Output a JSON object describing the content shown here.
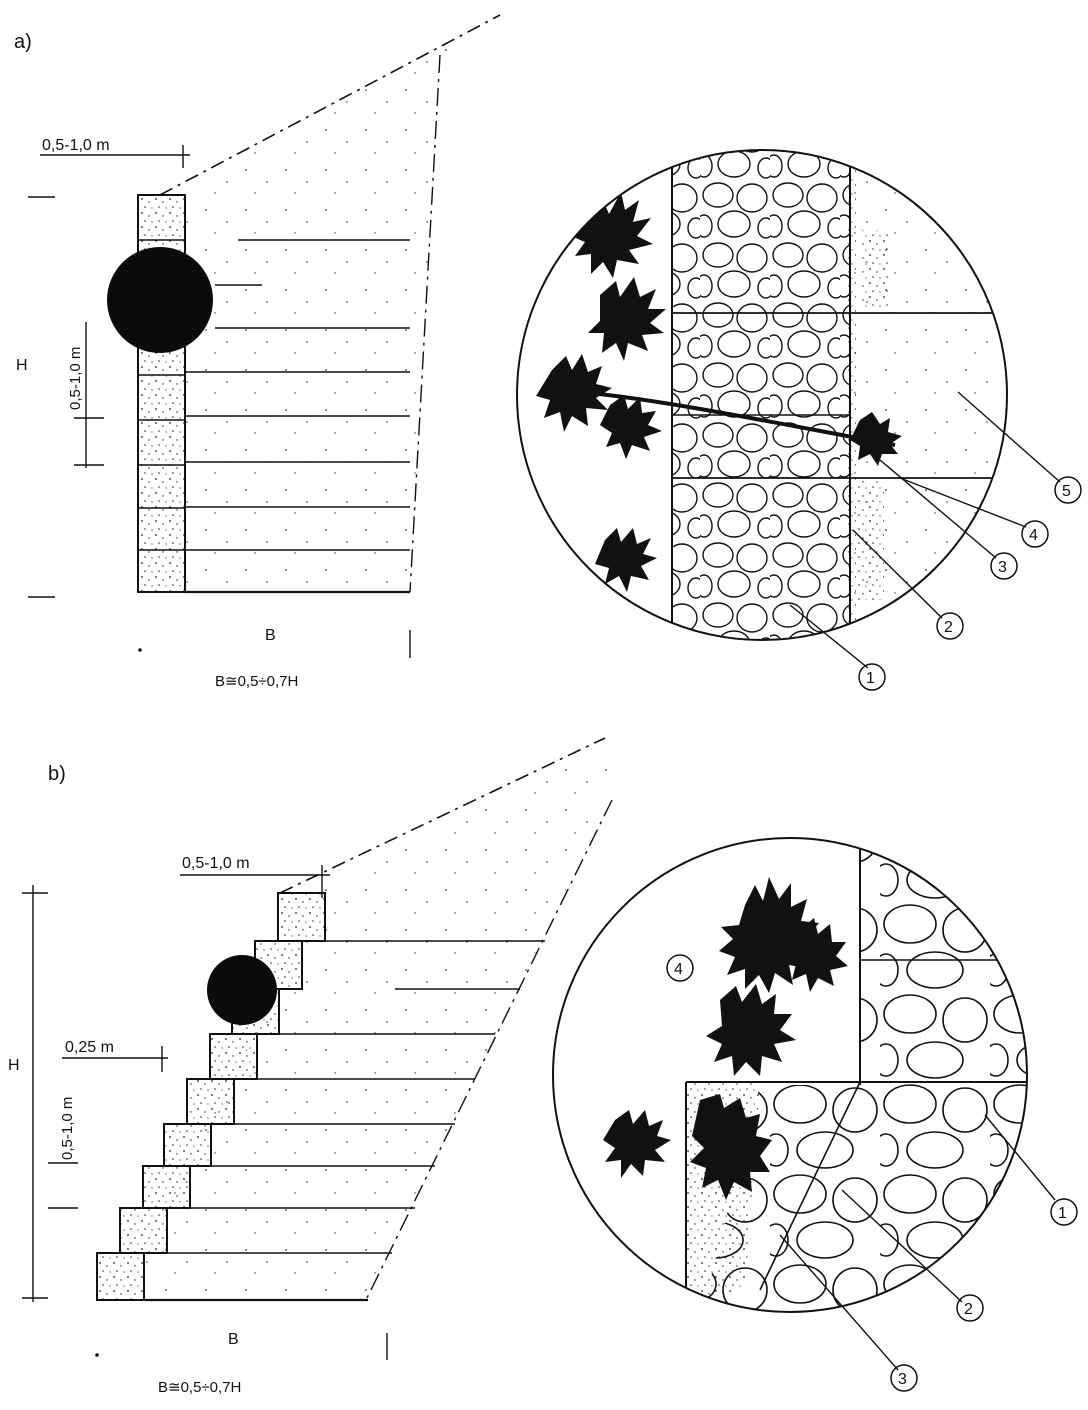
{
  "panel_a": {
    "label": "a)",
    "dim_top": "0,5-1,0 m",
    "dim_height": "H",
    "dim_layer": "0,5-1,0 m",
    "dim_base": "B",
    "formula": "B≅0,5÷0,7H",
    "callouts": [
      "1",
      "2",
      "3",
      "4",
      "5"
    ]
  },
  "panel_b": {
    "label": "b)",
    "dim_top": "0,5-1,0 m",
    "dim_step": "0,25 m",
    "dim_height": "H",
    "dim_layer": "0,5-1,0 m",
    "dim_base": "B",
    "formula": "B≅0,5÷0,7H",
    "callouts": [
      "1",
      "2",
      "3",
      "4"
    ]
  },
  "colors": {
    "ink": "#111111",
    "paper": "#ffffff"
  }
}
